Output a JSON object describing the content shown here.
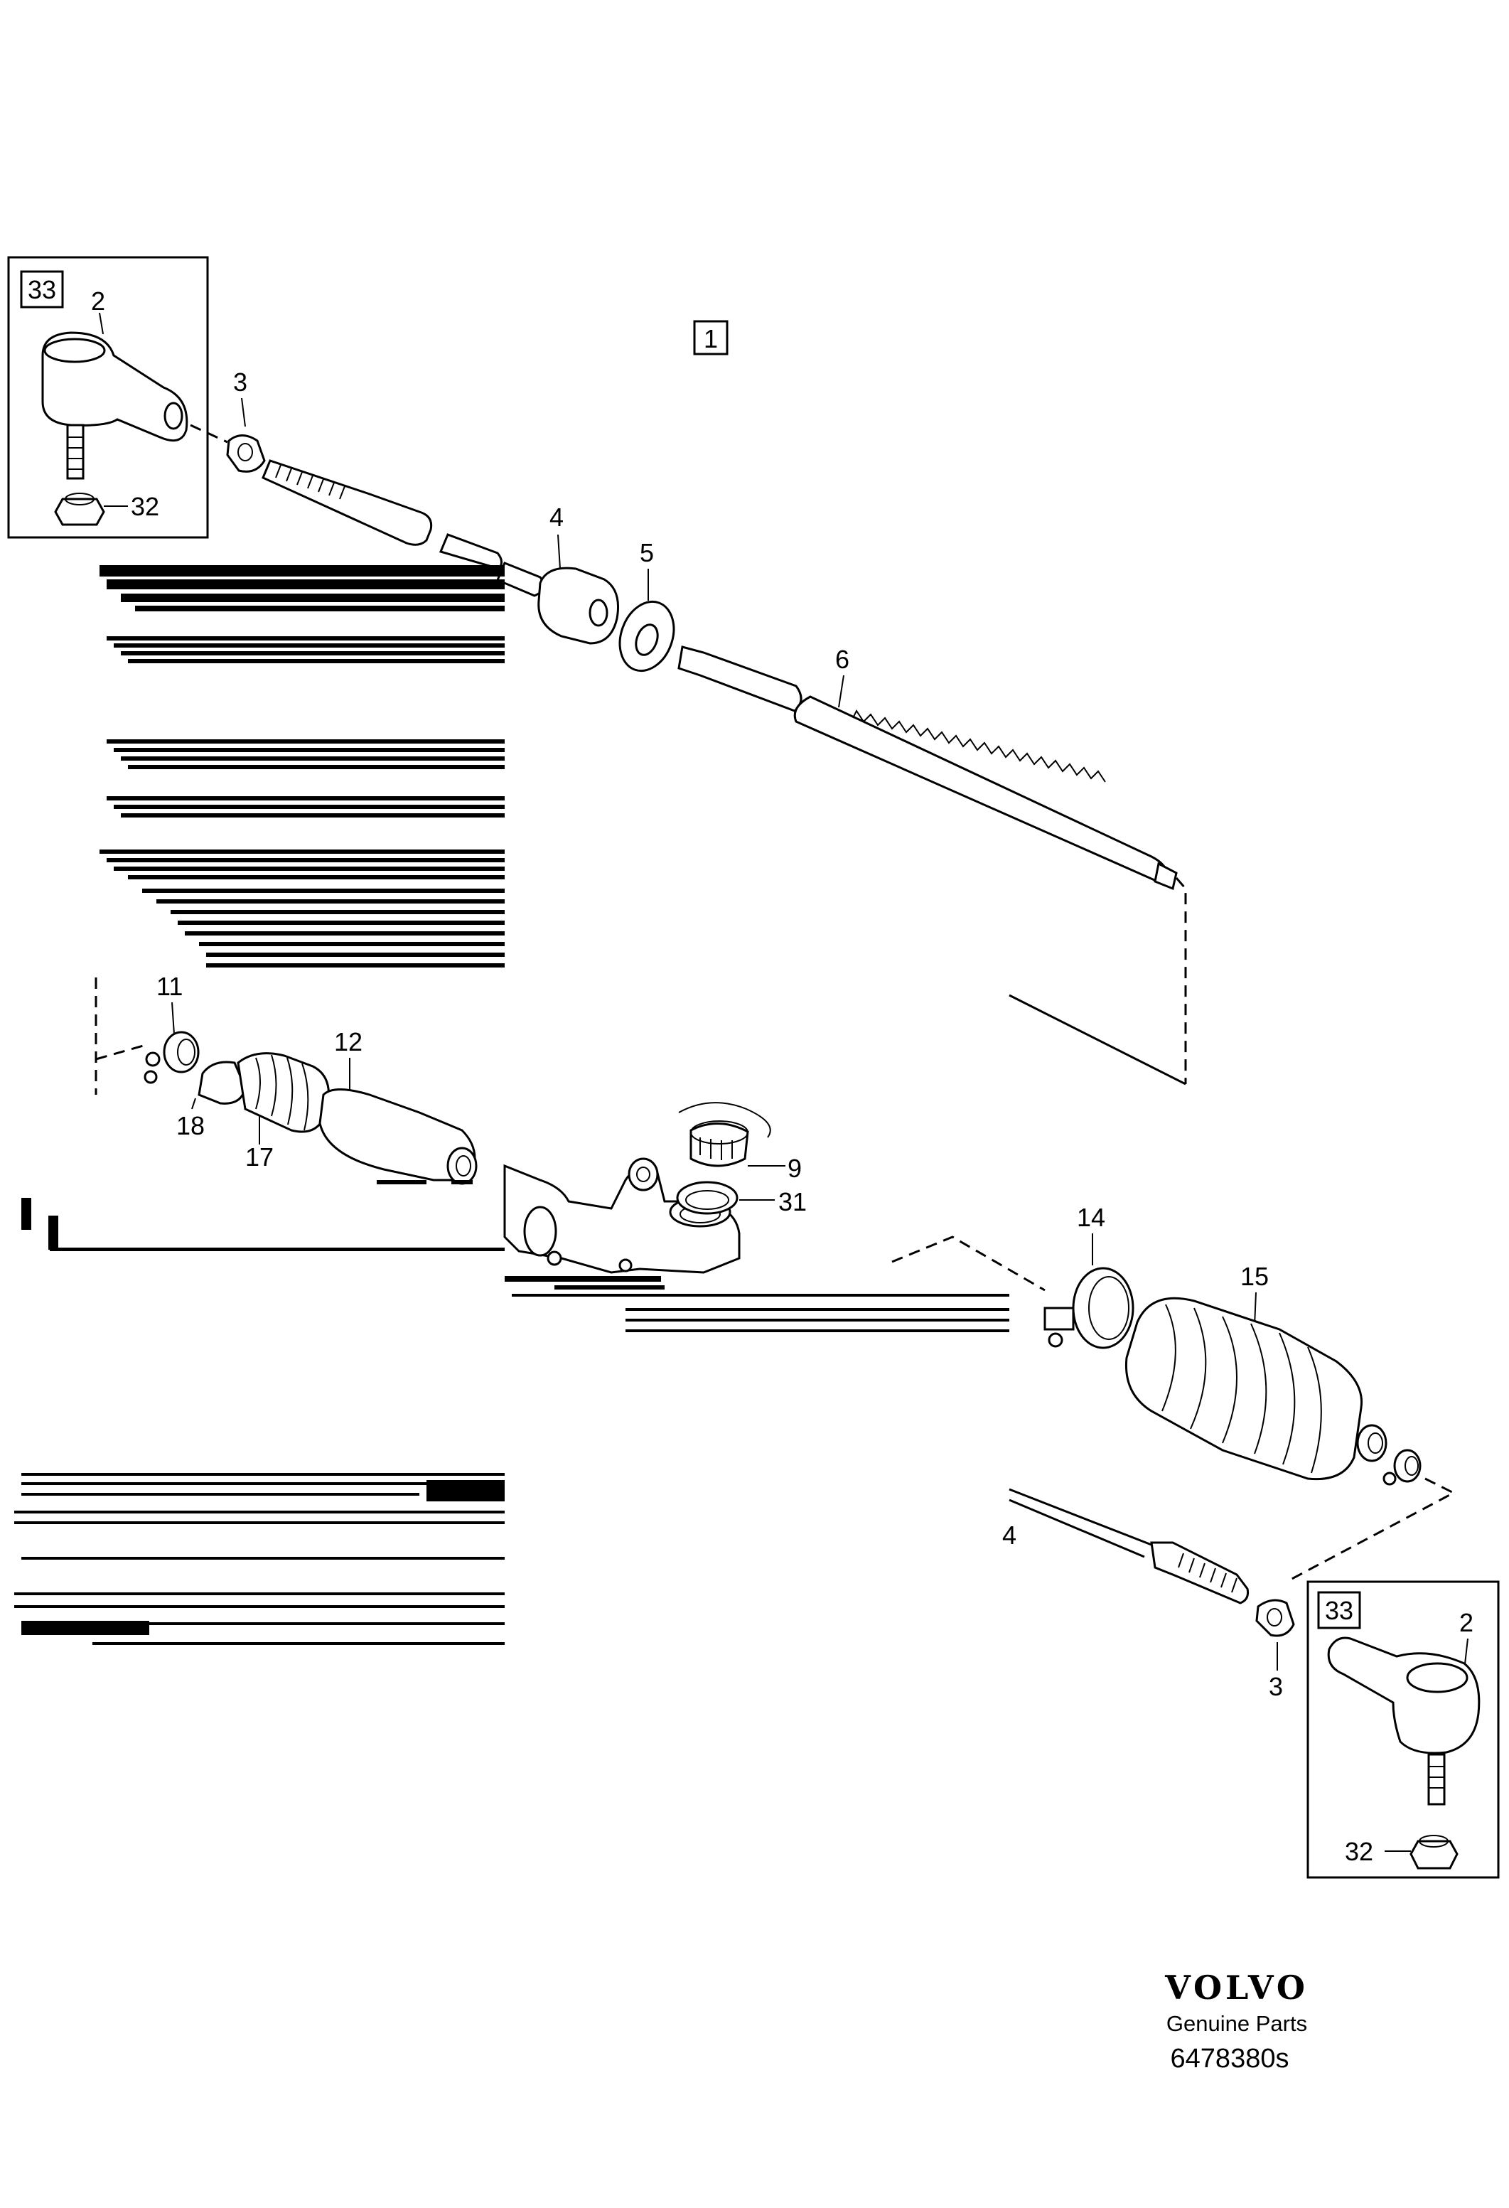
{
  "diagram": {
    "group_label": "1",
    "kit_label_top": "33",
    "kit_label_bottom": "33",
    "callouts": {
      "c2_top": "2",
      "c32_top": "32",
      "c3_top": "3",
      "c4": "4",
      "c5": "5",
      "c6": "6",
      "c11": "11",
      "c12": "12",
      "c17": "17",
      "c18": "18",
      "c9": "9",
      "c31": "31",
      "c14": "14",
      "c15": "15",
      "c4_lower": "4",
      "c3_bottom": "3",
      "c2_bottom": "2",
      "c32_bottom": "32"
    },
    "colors": {
      "line": "#000000",
      "background": "#ffffff",
      "shade": "#777777"
    }
  },
  "footer": {
    "brand": "VOLVO",
    "subtitle": "Genuine Parts",
    "drawing_number": "6478380s"
  }
}
